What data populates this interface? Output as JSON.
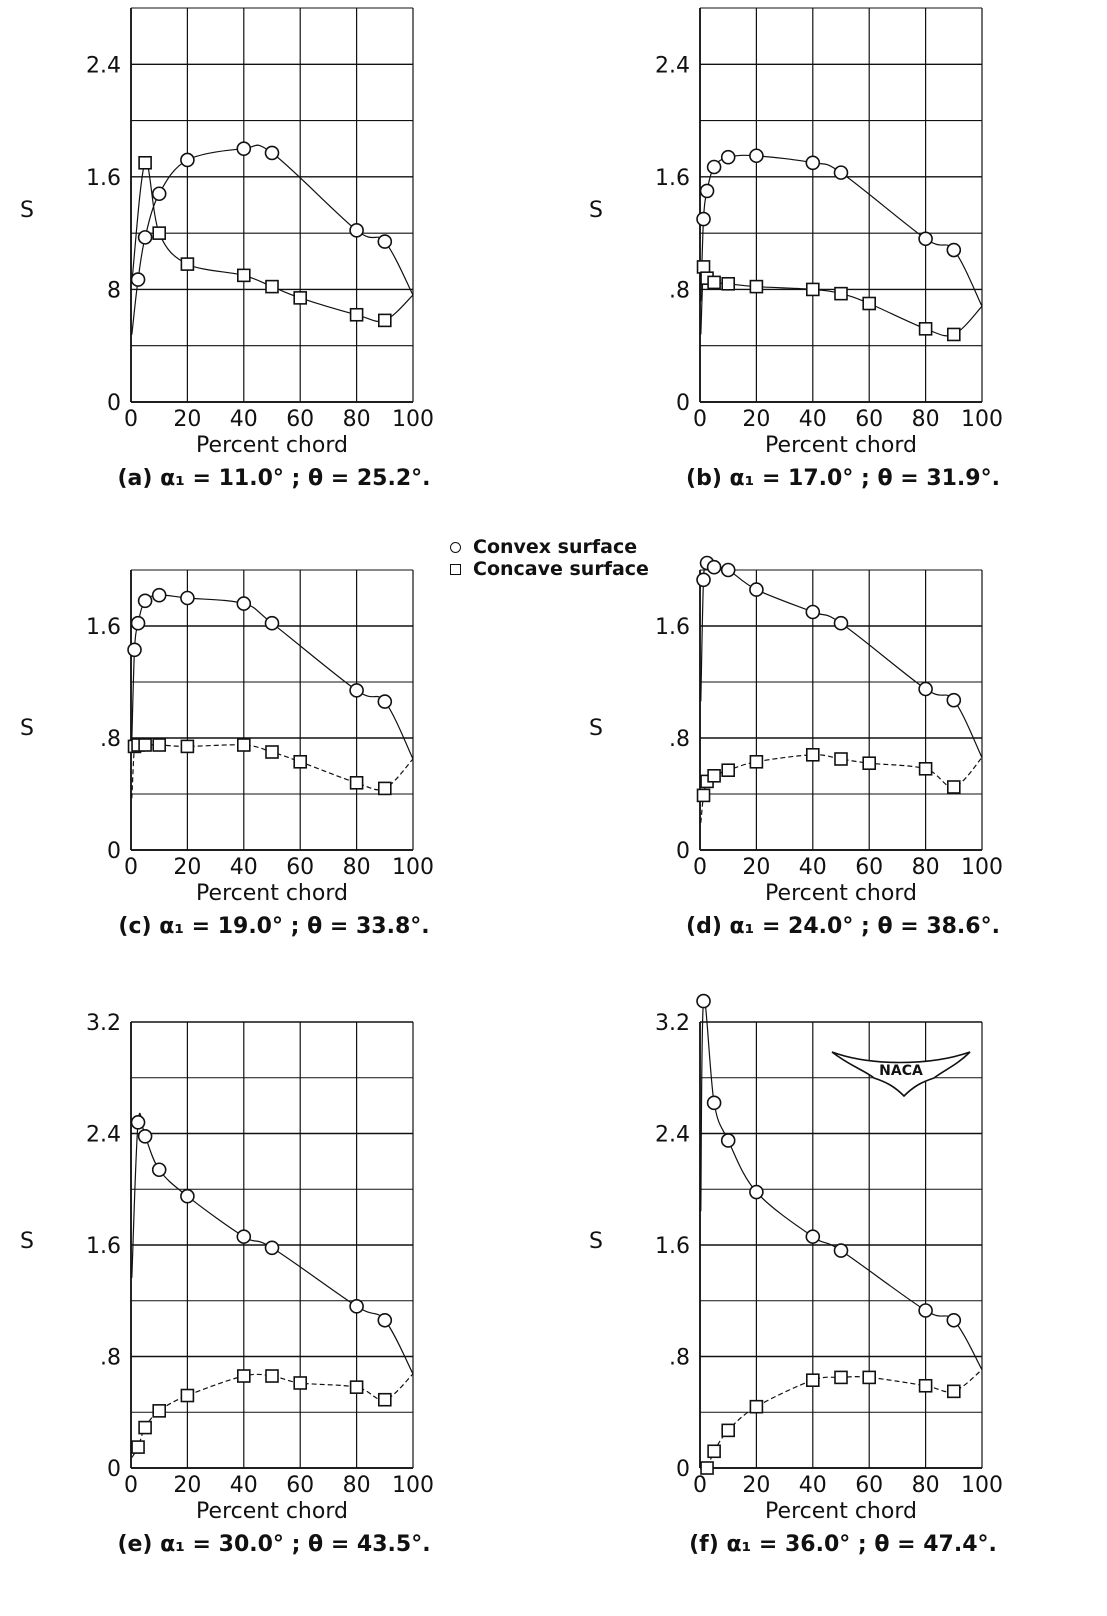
{
  "legend": {
    "convex_label": "Convex surface",
    "concave_label": "Concave surface"
  },
  "logo_text": "NACA",
  "chart_data": [
    {
      "type": "line",
      "caption": "(a) α₁ = 11.0° ; θ = 25.2°.",
      "xlabel": "Percent chord",
      "ylabel": "S",
      "xlim": [
        0,
        100
      ],
      "ylim": [
        0,
        2.8
      ],
      "xticks": [
        0,
        20,
        40,
        60,
        80,
        100
      ],
      "xtick_labels": [
        "0",
        "20",
        "40",
        "60",
        "80",
        "100"
      ],
      "yticks": [
        0,
        0.8,
        1.6,
        2.4
      ],
      "ytick_labels": [
        "0",
        "8",
        "1.6",
        "2.4"
      ],
      "series": [
        {
          "name": "Convex surface",
          "marker": "circle",
          "x": [
            2.5,
            5,
            10,
            20,
            40,
            50,
            80,
            90
          ],
          "y": [
            0.87,
            1.17,
            1.48,
            1.72,
            1.8,
            1.77,
            1.22,
            1.14
          ]
        },
        {
          "name": "Concave surface",
          "marker": "square",
          "x": [
            5,
            10,
            20,
            40,
            50,
            60,
            80,
            90
          ],
          "y": [
            1.7,
            1.2,
            0.98,
            0.9,
            0.82,
            0.74,
            0.62,
            0.58
          ]
        }
      ]
    },
    {
      "type": "line",
      "caption": "(b) α₁ = 17.0° ; θ = 31.9°.",
      "xlabel": "Percent chord",
      "ylabel": "S",
      "xlim": [
        0,
        100
      ],
      "ylim": [
        0,
        2.8
      ],
      "xticks": [
        0,
        20,
        40,
        60,
        80,
        100
      ],
      "xtick_labels": [
        "0",
        "20",
        "40",
        "60",
        "80",
        "100"
      ],
      "yticks": [
        0,
        0.8,
        1.6,
        2.4
      ],
      "ytick_labels": [
        "0",
        ".8",
        "1.6",
        "2.4"
      ],
      "series": [
        {
          "name": "Convex surface",
          "marker": "circle",
          "x": [
            1.25,
            2.5,
            5,
            10,
            20,
            40,
            50,
            80,
            90
          ],
          "y": [
            1.3,
            1.5,
            1.67,
            1.74,
            1.75,
            1.7,
            1.63,
            1.16,
            1.08
          ]
        },
        {
          "name": "Concave surface",
          "marker": "square",
          "x": [
            1.25,
            2.5,
            5,
            10,
            20,
            40,
            50,
            60,
            80,
            90
          ],
          "y": [
            0.96,
            0.88,
            0.85,
            0.84,
            0.82,
            0.8,
            0.77,
            0.7,
            0.52,
            0.48
          ]
        }
      ]
    },
    {
      "type": "line",
      "caption": "(c) α₁ = 19.0° ; θ = 33.8°.",
      "xlabel": "Percent chord",
      "ylabel": "S",
      "xlim": [
        0,
        100
      ],
      "ylim": [
        0,
        2.0
      ],
      "xticks": [
        0,
        20,
        40,
        60,
        80,
        100
      ],
      "xtick_labels": [
        "0",
        "20",
        "40",
        "60",
        "80",
        "100"
      ],
      "yticks": [
        0,
        0.8,
        1.6
      ],
      "ytick_labels": [
        "0",
        ".8",
        "1.6"
      ],
      "series": [
        {
          "name": "Convex surface",
          "marker": "circle",
          "x": [
            1.25,
            2.5,
            5,
            10,
            20,
            40,
            50,
            80,
            90
          ],
          "y": [
            1.43,
            1.62,
            1.78,
            1.82,
            1.8,
            1.76,
            1.62,
            1.14,
            1.06
          ]
        },
        {
          "name": "Concave surface",
          "marker": "square",
          "x": [
            1.25,
            2.5,
            5,
            10,
            20,
            40,
            50,
            60,
            80,
            90
          ],
          "y": [
            0.74,
            0.75,
            0.75,
            0.75,
            0.74,
            0.75,
            0.7,
            0.63,
            0.48,
            0.44
          ]
        }
      ]
    },
    {
      "type": "line",
      "caption": "(d) α₁ = 24.0° ; θ = 38.6°.",
      "xlabel": "Percent chord",
      "ylabel": "S",
      "xlim": [
        0,
        100
      ],
      "ylim": [
        0,
        2.0
      ],
      "xticks": [
        0,
        20,
        40,
        60,
        80,
        100
      ],
      "xtick_labels": [
        "0",
        "20",
        "40",
        "60",
        "80",
        "100"
      ],
      "yticks": [
        0,
        0.8,
        1.6
      ],
      "ytick_labels": [
        "0",
        ".8",
        "1.6"
      ],
      "series": [
        {
          "name": "Convex surface",
          "marker": "circle",
          "x": [
            1.25,
            2.5,
            5,
            10,
            20,
            40,
            50,
            80,
            90
          ],
          "y": [
            1.93,
            2.05,
            2.02,
            2.0,
            1.86,
            1.7,
            1.62,
            1.15,
            1.07
          ]
        },
        {
          "name": "Concave surface",
          "marker": "square",
          "x": [
            1.25,
            2.5,
            5,
            10,
            20,
            40,
            50,
            60,
            80,
            90
          ],
          "y": [
            0.39,
            0.49,
            0.53,
            0.57,
            0.63,
            0.68,
            0.65,
            0.62,
            0.58,
            0.45
          ]
        }
      ]
    },
    {
      "type": "line",
      "caption": "(e) α₁ = 30.0° ; θ = 43.5°.",
      "xlabel": "Percent chord",
      "ylabel": "S",
      "xlim": [
        0,
        100
      ],
      "ylim": [
        0,
        3.2
      ],
      "xticks": [
        0,
        20,
        40,
        60,
        80,
        100
      ],
      "xtick_labels": [
        "0",
        "20",
        "40",
        "60",
        "80",
        "100"
      ],
      "yticks": [
        0,
        0.8,
        1.6,
        2.4,
        3.2
      ],
      "ytick_labels": [
        "0",
        ".8",
        "1.6",
        "2.4",
        "3.2"
      ],
      "series": [
        {
          "name": "Convex surface",
          "marker": "circle",
          "x": [
            2.5,
            5,
            10,
            20,
            40,
            50,
            80,
            90
          ],
          "y": [
            2.48,
            2.38,
            2.14,
            1.95,
            1.66,
            1.58,
            1.16,
            1.06
          ]
        },
        {
          "name": "Concave surface",
          "marker": "square",
          "x": [
            2.5,
            5,
            10,
            20,
            40,
            50,
            60,
            80,
            90
          ],
          "y": [
            0.15,
            0.29,
            0.41,
            0.52,
            0.66,
            0.66,
            0.61,
            0.58,
            0.49
          ]
        }
      ]
    },
    {
      "type": "line",
      "caption": "(f) α₁ = 36.0° ; θ = 47.4°.",
      "xlabel": "Percent chord",
      "ylabel": "S",
      "xlim": [
        0,
        100
      ],
      "ylim": [
        0,
        3.2
      ],
      "xticks": [
        0,
        20,
        40,
        60,
        80,
        100
      ],
      "xtick_labels": [
        "0",
        "20",
        "40",
        "60",
        "80",
        "100"
      ],
      "yticks": [
        0,
        0.8,
        1.6,
        2.4,
        3.2
      ],
      "ytick_labels": [
        "0",
        ".8",
        "1.6",
        "2.4",
        "3.2"
      ],
      "series": [
        {
          "name": "Convex surface",
          "marker": "circle",
          "x": [
            1.25,
            5,
            10,
            20,
            40,
            50,
            80,
            90
          ],
          "y": [
            3.35,
            2.62,
            2.35,
            1.98,
            1.66,
            1.56,
            1.13,
            1.06
          ]
        },
        {
          "name": "Concave surface",
          "marker": "square",
          "x": [
            2.5,
            5,
            10,
            20,
            40,
            50,
            60,
            80,
            90
          ],
          "y": [
            0.0,
            0.12,
            0.27,
            0.44,
            0.63,
            0.65,
            0.65,
            0.59,
            0.55
          ]
        }
      ]
    }
  ]
}
